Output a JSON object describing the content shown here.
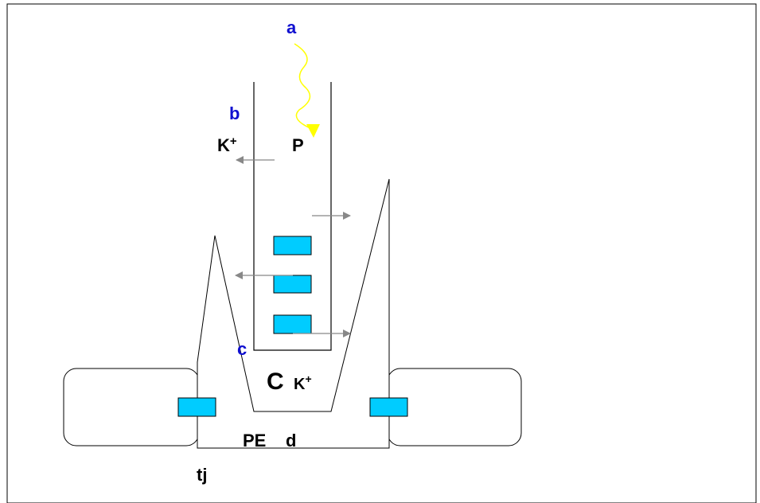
{
  "labels": {
    "a": "a",
    "b": "b",
    "c": "c",
    "d": "d",
    "k_left_base": "K",
    "k_left_sup": "+",
    "p": "P",
    "c_big": "C",
    "k_right_base": "K",
    "k_right_sup": "+",
    "pe": "PE",
    "tj": "tj"
  },
  "colors": {
    "label_blue": "#1010d0",
    "light_wave": "#ffff00",
    "arrow_gray": "#888888",
    "block_fill": "#00ccff",
    "outline": "#000000"
  }
}
